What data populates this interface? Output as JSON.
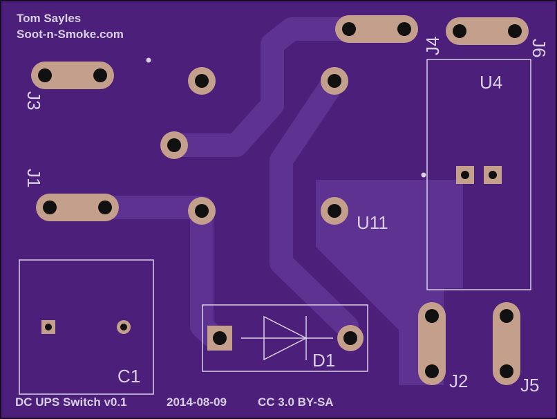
{
  "board": {
    "author": "Tom Sayles",
    "website": "Soot-n-Smoke.com",
    "project": "DC UPS Switch v0.1",
    "date": "2014-08-09",
    "license": "CC 3.0 BY-SA"
  },
  "labels": {
    "j1": "J1",
    "j2": "J2",
    "j3": "J3",
    "j4": "J4",
    "j5": "J5",
    "j6": "J6",
    "u4": "U4",
    "u11": "U11",
    "c1": "C1",
    "d1": "D1"
  },
  "colors": {
    "soldermask": "#4c1f7a",
    "trace": "#5d3290",
    "pad": "#c4a08c",
    "silkscreen": "#d9d0e6"
  }
}
